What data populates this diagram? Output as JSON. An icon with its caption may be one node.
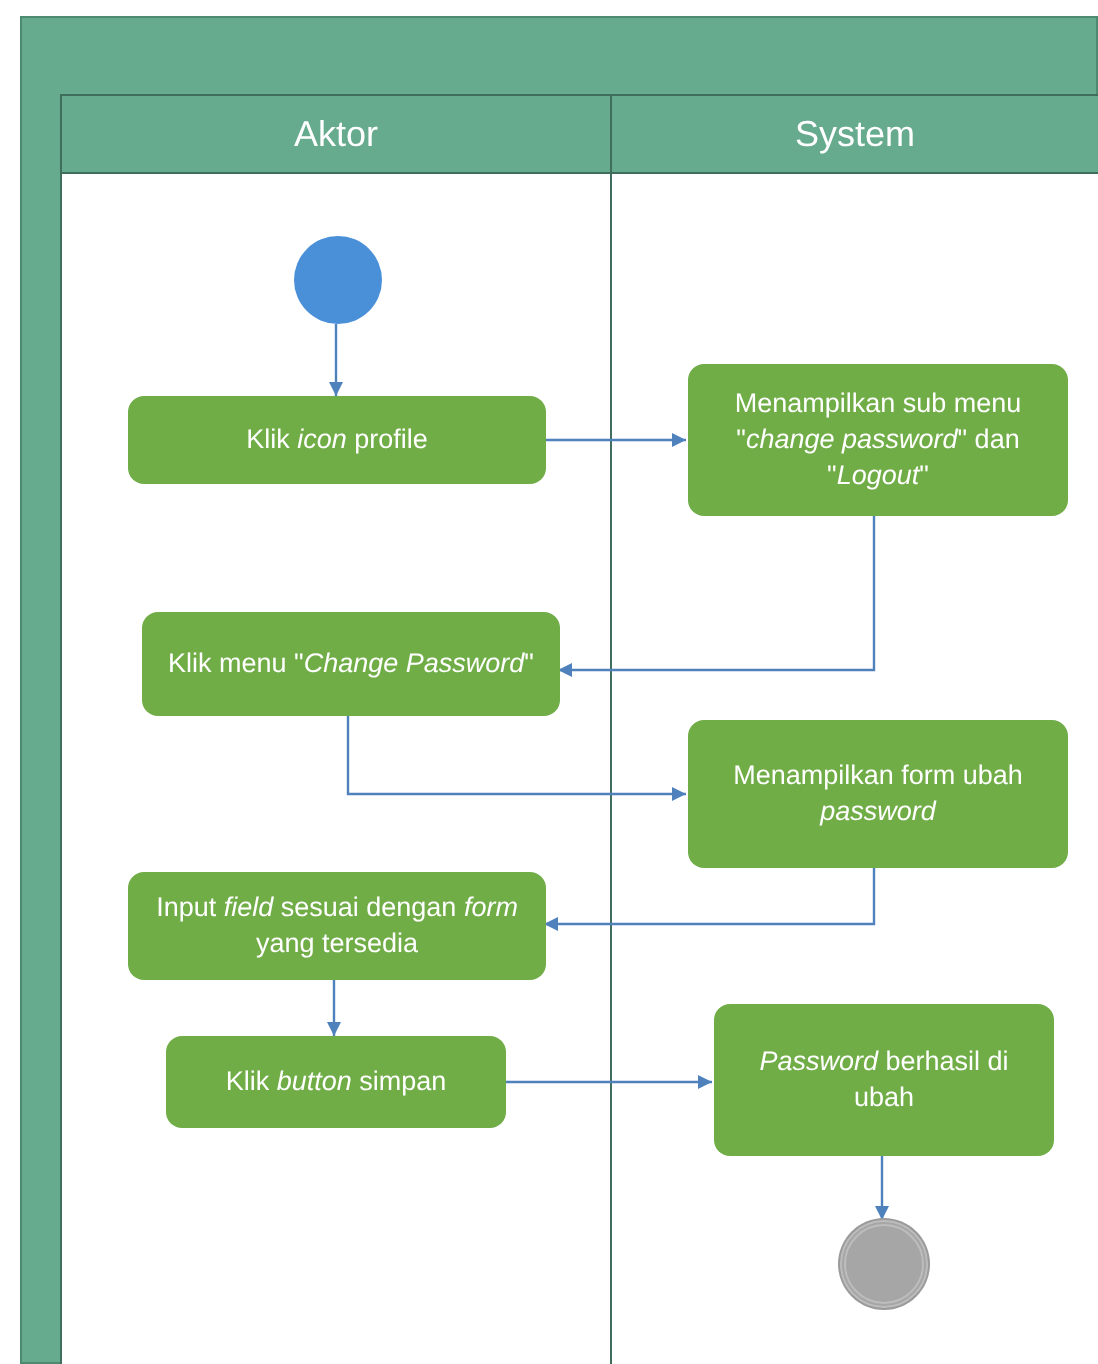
{
  "diagram": {
    "nodes": [
      {
        "text": [
          "Aktor"
        ]
      },
      {
        "text": [
          "System"
        ]
      },
      {
        "text": [],
        "shape": "circle",
        "in": 0
      },
      {
        "text": [
          "Klik *icon* profile"
        ],
        "in": 0
      },
      {
        "text": [
          "Menampilkan sub menu \"*change password*\" dan \"*Logout*\""
        ],
        "in": 1
      },
      {
        "text": [
          "Klik menu \"*Change Password*\""
        ],
        "in": 0
      },
      {
        "text": [
          "Menampilkan form ubah *password*"
        ],
        "in": 1
      },
      {
        "text": [
          "Input *field* sesuai dengan *form* yang tersedia"
        ],
        "in": 0
      },
      {
        "text": [
          "Klik *button* simpan"
        ],
        "in": 0
      },
      {
        "text": [
          "*Password* berhasil di ubah"
        ],
        "in": 1
      },
      {
        "text": [],
        "shape": "circle",
        "in": 1
      }
    ],
    "edges": [
      {
        "from": 2,
        "to": 3,
        "arrow": "to"
      },
      {
        "from": 3,
        "to": 4,
        "arrow": "to"
      },
      {
        "from": 4,
        "to": 5,
        "arrow": "to"
      },
      {
        "from": 5,
        "to": 6,
        "arrow": "to"
      },
      {
        "from": 6,
        "to": 7,
        "arrow": "to"
      },
      {
        "from": 7,
        "to": 8,
        "arrow": "to"
      },
      {
        "from": 8,
        "to": 9,
        "arrow": "to"
      },
      {
        "from": 9,
        "to": 10,
        "arrow": "to"
      }
    ]
  }
}
